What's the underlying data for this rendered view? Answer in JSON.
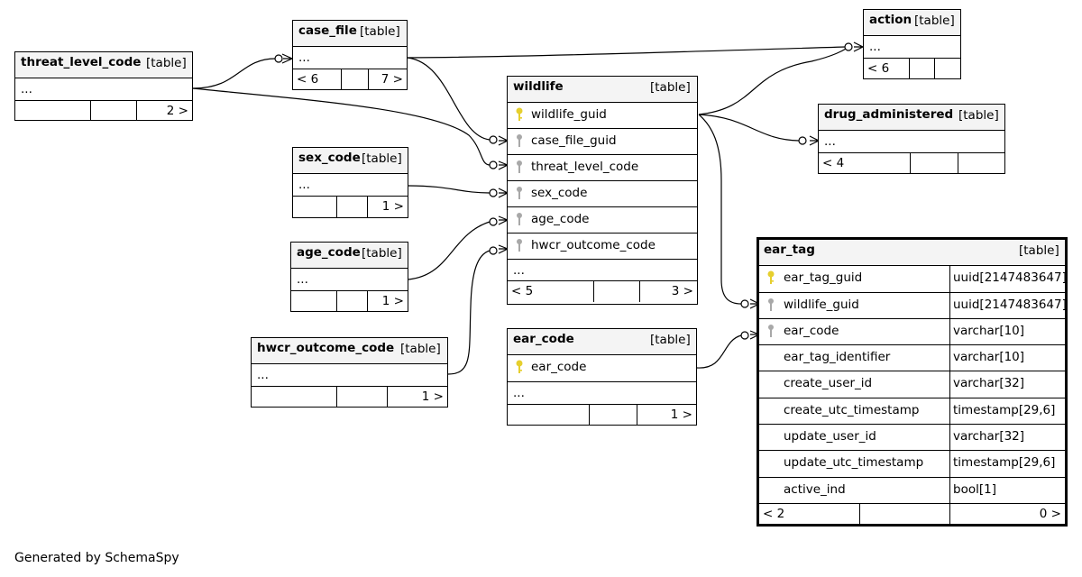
{
  "tables": {
    "threat_level_code": {
      "name": "threat_level_code",
      "tag": "[table]",
      "ellipsis": "...",
      "footer_left": "",
      "footer_right": "2 >"
    },
    "case_file": {
      "name": "case_file",
      "tag": "[table]",
      "ellipsis": "...",
      "footer_left": "< 6",
      "footer_right": "7 >"
    },
    "action": {
      "name": "action",
      "tag": "[table]",
      "ellipsis": "...",
      "footer_left": "< 6",
      "footer_right": ""
    },
    "sex_code": {
      "name": "sex_code",
      "tag": "[table]",
      "ellipsis": "...",
      "footer_left": "",
      "footer_right": "1 >"
    },
    "age_code": {
      "name": "age_code",
      "tag": "[table]",
      "ellipsis": "...",
      "footer_left": "",
      "footer_right": "1 >"
    },
    "hwcr_outcome_code": {
      "name": "hwcr_outcome_code",
      "tag": "[table]",
      "ellipsis": "...",
      "footer_left": "",
      "footer_right": "1 >"
    },
    "wildlife": {
      "name": "wildlife",
      "tag": "[table]",
      "columns": [
        "wildlife_guid",
        "case_file_guid",
        "threat_level_code",
        "sex_code",
        "age_code",
        "hwcr_outcome_code"
      ],
      "ellipsis": "...",
      "footer_left": "< 5",
      "footer_right": "3 >"
    },
    "drug_administered": {
      "name": "drug_administered",
      "tag": "[table]",
      "ellipsis": "...",
      "footer_left": "< 4",
      "footer_right": ""
    },
    "ear_code": {
      "name": "ear_code",
      "tag": "[table]",
      "columns": [
        "ear_code"
      ],
      "ellipsis": "...",
      "footer_left": "",
      "footer_right": "1 >"
    },
    "ear_tag": {
      "name": "ear_tag",
      "tag": "[table]",
      "columns": [
        {
          "name": "ear_tag_guid",
          "type": "uuid[2147483647]"
        },
        {
          "name": "wildlife_guid",
          "type": "uuid[2147483647]"
        },
        {
          "name": "ear_code",
          "type": "varchar[10]"
        },
        {
          "name": "ear_tag_identifier",
          "type": "varchar[10]"
        },
        {
          "name": "create_user_id",
          "type": "varchar[32]"
        },
        {
          "name": "create_utc_timestamp",
          "type": "timestamp[29,6]"
        },
        {
          "name": "update_user_id",
          "type": "varchar[32]"
        },
        {
          "name": "update_utc_timestamp",
          "type": "timestamp[29,6]"
        },
        {
          "name": "active_ind",
          "type": "bool[1]"
        }
      ],
      "footer_left": "< 2",
      "footer_right": "0 >"
    }
  },
  "caption": "Generated by SchemaSpy",
  "colors": {
    "primary_key": "#e6cf2e",
    "foreign_key": "#a8a8a8",
    "header_bg": "#f4f4f4",
    "line": "#000000"
  }
}
